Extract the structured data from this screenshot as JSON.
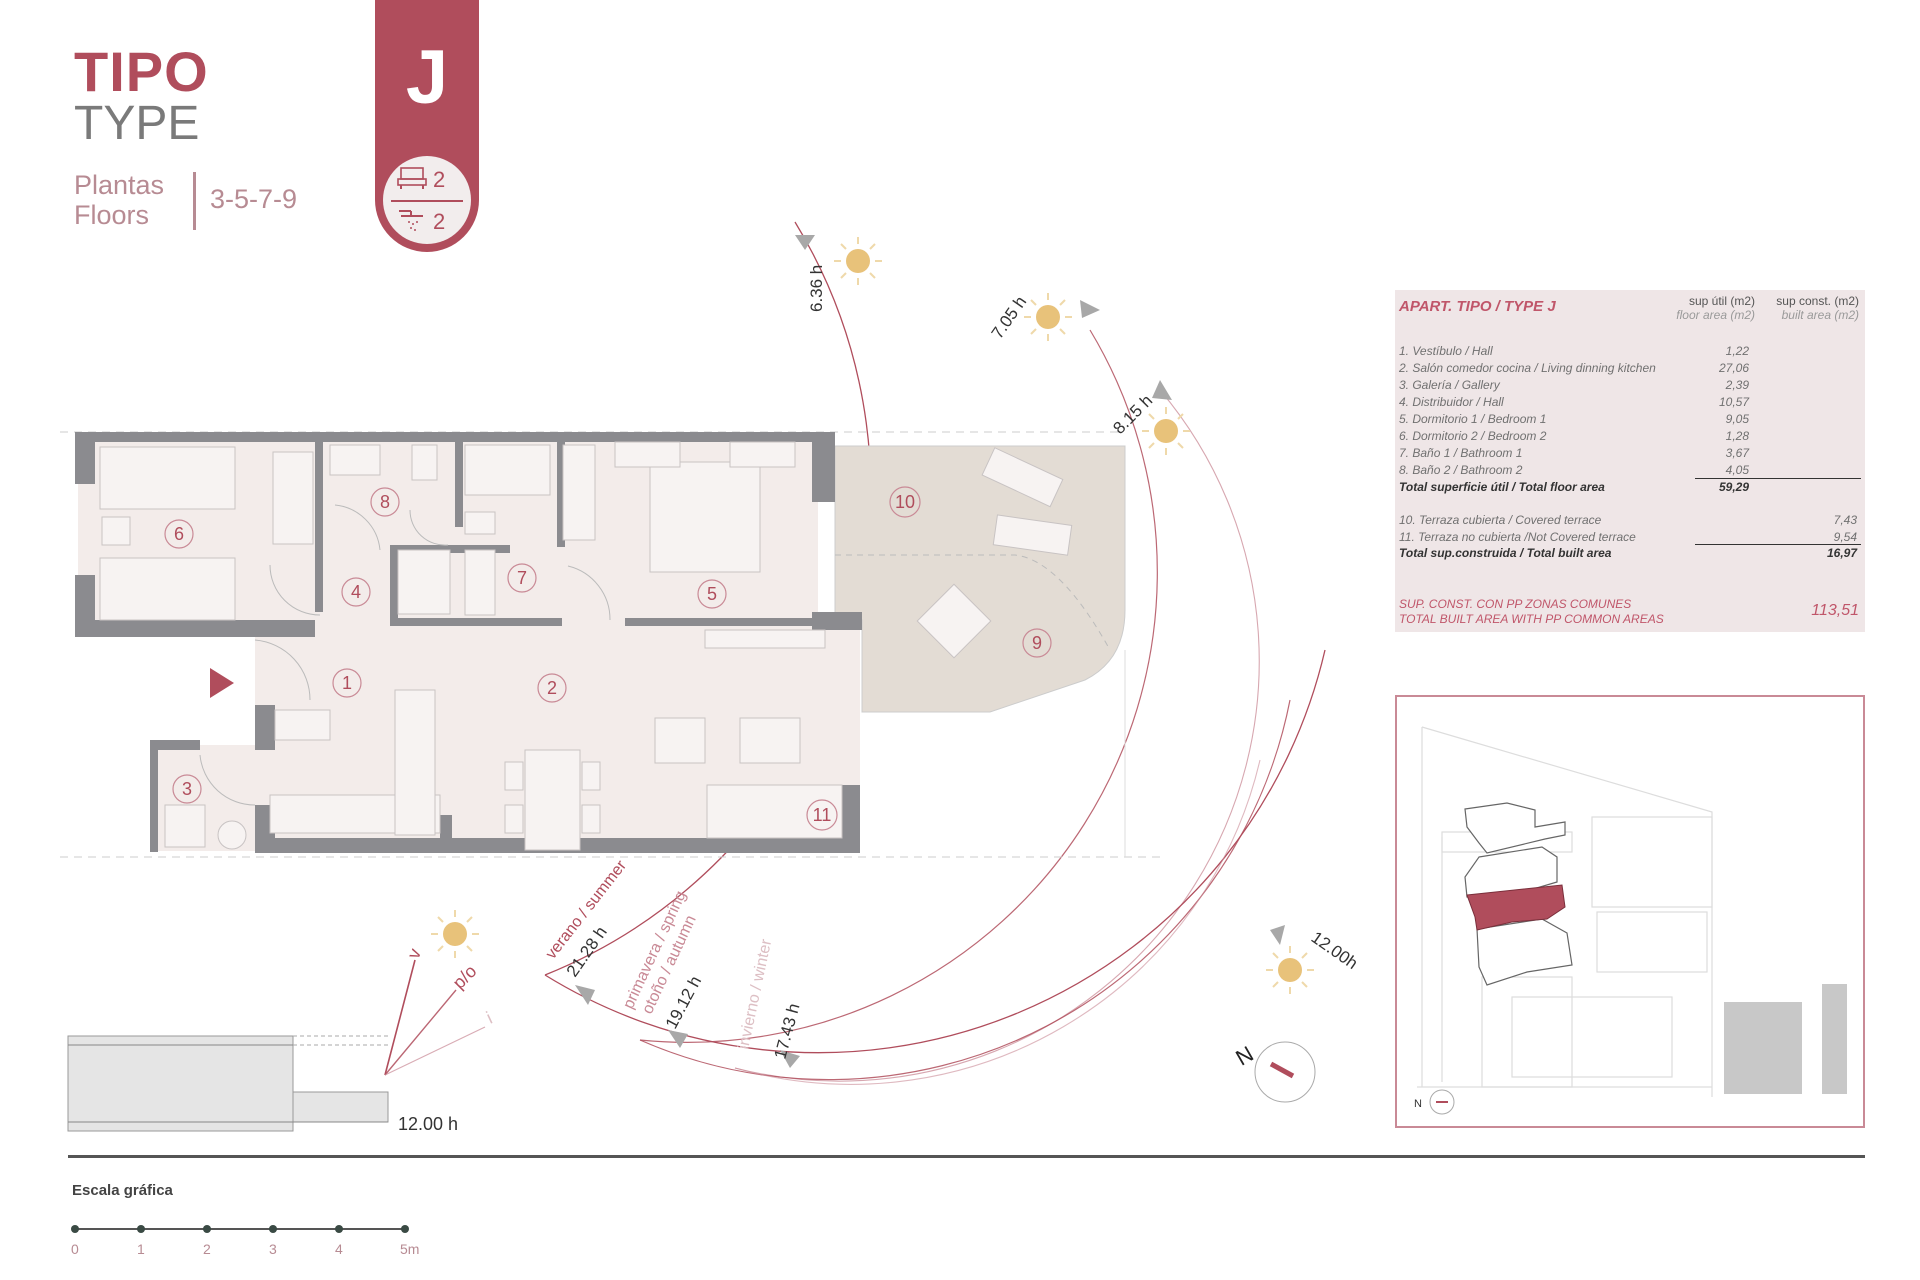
{
  "header": {
    "title_es": "TIPO",
    "title_en": "TYPE",
    "floors_label_es": "Plantas",
    "floors_label_en": "Floors",
    "floors_value": "3-5-7-9",
    "type_letter": "J",
    "bedrooms": "2",
    "bathrooms": "2",
    "bedroom_icon": "bed-icon",
    "bathroom_icon": "shower-icon"
  },
  "colors": {
    "accent": "#b04d5c",
    "accent_light": "#b78b93",
    "floor_fill": "#f3ecea",
    "terrace_fill": "#e3dcd4",
    "wall": "#8b8b8f",
    "sun": "#e8c27a",
    "table_bg": "#efe6e7"
  },
  "area_table": {
    "title": "APART. TIPO / TYPE J",
    "col1_header": "sup útil (m2)",
    "col1_sub": "floor area (m2)",
    "col2_header": "sup const. (m2)",
    "col2_sub": "built area (m2)",
    "rows": [
      {
        "label": "1. Vestíbulo / Hall",
        "floor": "1,22"
      },
      {
        "label": "2. Salón comedor cocina / Living dinning kitchen",
        "floor": "27,06"
      },
      {
        "label": "3. Galería / Gallery",
        "floor": "2,39"
      },
      {
        "label": "4. Distribuidor / Hall",
        "floor": "10,57"
      },
      {
        "label": "5. Dormitorio 1 / Bedroom 1",
        "floor": "9,05"
      },
      {
        "label": "6. Dormitorio 2 / Bedroom 2",
        "floor": "1,28"
      },
      {
        "label": "7. Baño 1 / Bathroom 1",
        "floor": "3,67"
      },
      {
        "label": "8. Baño 2 / Bathroom 2",
        "floor": "4,05"
      }
    ],
    "total_floor_label": "Total superficie útil / Total floor area",
    "total_floor_value": "59,29",
    "terrace_rows": [
      {
        "label": "10. Terraza cubierta / Covered terrace",
        "built": "7,43"
      },
      {
        "label": "11. Terraza no cubierta /Not Covered terrace",
        "built": "9,54"
      }
    ],
    "total_built_label": "Total sup.construida / Total built area",
    "total_built_value": "16,97",
    "common_label_es": "SUP. CONST. CON PP ZONAS COMUNES",
    "common_label_en": "TOTAL BUILT AREA WITH PP COMMON AREAS",
    "common_value": "113,51"
  },
  "plan": {
    "room_numbers": [
      "1",
      "2",
      "3",
      "4",
      "5",
      "6",
      "7",
      "8",
      "9",
      "10",
      "11"
    ],
    "entrance_icon": "entrance-arrow-icon"
  },
  "sun_path": {
    "sunrise_times": [
      "6.36 h",
      "7.05 h",
      "8.15 h"
    ],
    "noon": "12.00h",
    "seasons": [
      {
        "label": "verano / summer",
        "time": "21.28 h"
      },
      {
        "label": "primavera / spring\notoño / autumn",
        "label_1": "primavera / spring",
        "label_2": "otoño / autumn",
        "time": "19.12 h"
      },
      {
        "label": "invierno / winter",
        "time": "17.43 h"
      }
    ],
    "compass_label": "N"
  },
  "section": {
    "time": "12.00 h",
    "ray_labels": [
      "v",
      "p/o",
      "i"
    ]
  },
  "scale": {
    "title": "Escala gráfica",
    "ticks": [
      "0",
      "1",
      "2",
      "3",
      "4",
      "5m"
    ]
  },
  "site_plan": {
    "compass_label": "N"
  }
}
